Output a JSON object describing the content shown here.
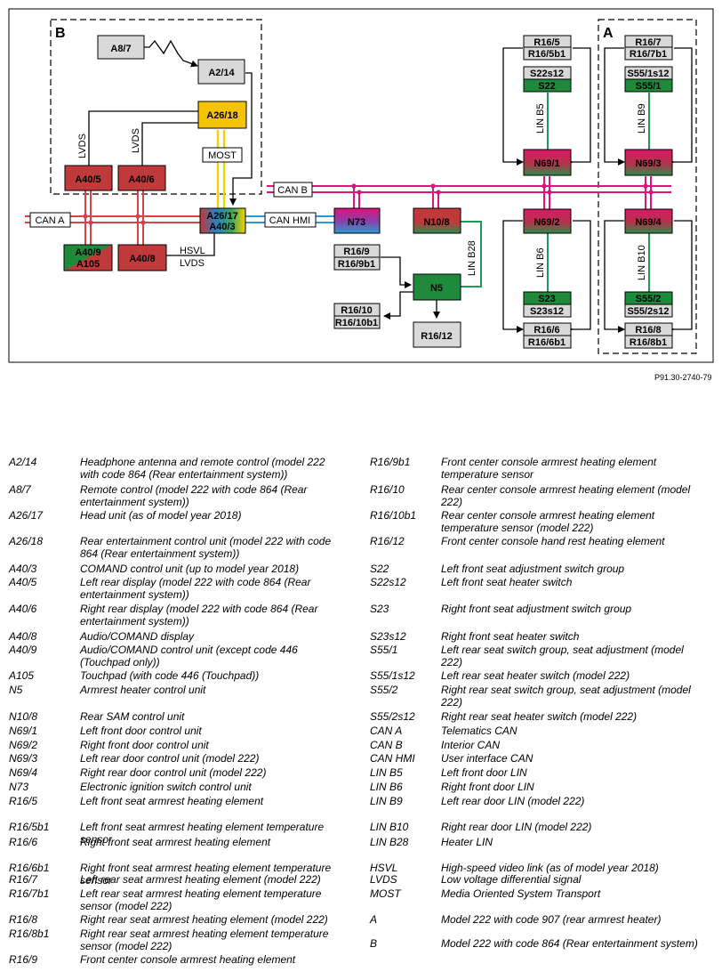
{
  "figure_ref": "P91.30-2740-79",
  "areas": {
    "A": "A",
    "B": "B"
  },
  "components": {
    "A8_7": "A8/7",
    "A2_14": "A2/14",
    "A26_18": "A26/18",
    "MOST": "MOST",
    "A40_5": "A40/5",
    "A40_6": "A40/6",
    "A26_17": "A26/17",
    "A40_3": "A40/3",
    "A40_9": "A40/9",
    "A105": "A105",
    "A40_8": "A40/8",
    "N73": "N73",
    "N10_8": "N10/8",
    "R16_9": "R16/9",
    "R16_9b1": "R16/9b1",
    "R16_10": "R16/10",
    "R16_10b1": "R16/10b1",
    "N5": "N5",
    "R16_12": "R16/12",
    "R16_5": "R16/5",
    "R16_5b1": "R16/5b1",
    "S22s12": "S22s12",
    "S22": "S22",
    "N69_1": "N69/1",
    "N69_2": "N69/2",
    "S23": "S23",
    "S23s12": "S23s12",
    "R16_6": "R16/6",
    "R16_6b1": "R16/6b1",
    "R16_7": "R16/7",
    "R16_7b1": "R16/7b1",
    "S55_1s12": "S55/1s12",
    "S55_1": "S55/1",
    "N69_3": "N69/3",
    "N69_4": "N69/4",
    "S55_2": "S55/2",
    "S55_2s12": "S55/2s12",
    "R16_8": "R16/8",
    "R16_8b1": "R16/8b1"
  },
  "bus_labels": {
    "can_a": "CAN A",
    "can_b": "CAN B",
    "can_hmi": "CAN HMI",
    "lvds_1": "LVDS",
    "lvds_2": "LVDS",
    "hsvl": "HSVL",
    "lvds_3": "LVDS",
    "lin_b5": "LIN B5",
    "lin_b6": "LIN B6",
    "lin_b9": "LIN B9",
    "lin_b10": "LIN B10",
    "lin_b28": "LIN B28"
  },
  "colors": {
    "red_unit": "#c0393b",
    "green_unit": "#1f8a3c",
    "yellow_unit": "#f5c400",
    "grey_unit": "#d9d9d9",
    "can_line": "#e2127a",
    "can_a_line": "#d8434a",
    "can_hmi_line": "#2c9ad4",
    "most_line": "#f5d000",
    "lin_line": "#1f9a55"
  },
  "legend": {
    "left": [
      {
        "code": "A2/14",
        "desc": "Headphone antenna and remote control (model 222 with code 864 (Rear entertainment system))"
      },
      {
        "code": "A8/7",
        "desc": "Remote control (model 222 with code 864 (Rear entertainment system))"
      },
      {
        "code": "A26/17",
        "desc": "Head unit (as of model year 2018)"
      },
      {
        "code": "A26/18",
        "desc": "Rear entertainment control unit (model 222 with code 864 (Rear entertainment system))"
      },
      {
        "code": "A40/3",
        "desc": "COMAND control unit (up to model year 2018)"
      },
      {
        "code": "A40/5",
        "desc": "Left rear display (model 222 with code 864 (Rear entertainment system))"
      },
      {
        "code": "A40/6",
        "desc": "Right rear display (model 222 with code 864 (Rear entertainment system))"
      },
      {
        "code": "A40/8",
        "desc": "Audio/COMAND display"
      },
      {
        "code": "A40/9",
        "desc": "Audio/COMAND control unit (except code 446 (Touchpad only))"
      },
      {
        "code": "A105",
        "desc": "Touchpad (with code 446 (Touchpad))"
      },
      {
        "code": "N5",
        "desc": "Armrest heater control unit"
      },
      {
        "code": "N10/8",
        "desc": "Rear SAM control unit"
      },
      {
        "code": "N69/1",
        "desc": "Left front door control unit"
      },
      {
        "code": "N69/2",
        "desc": "Right front door control unit"
      },
      {
        "code": "N69/3",
        "desc": "Left rear door control unit (model 222)"
      },
      {
        "code": "N69/4",
        "desc": "Right rear door control unit (model 222)"
      },
      {
        "code": "N73",
        "desc": "Electronic ignition switch control unit"
      },
      {
        "code": "R16/5",
        "desc": "Left front seat armrest heating element"
      },
      {
        "code": "R16/5b1",
        "desc": "Left front seat armrest heating element temperature sensor"
      },
      {
        "code": "R16/6",
        "desc": "Right front seat armrest heating element"
      },
      {
        "code": "R16/6b1",
        "desc": "Right front seat armrest heating element temperature sensor"
      },
      {
        "code": "R16/7",
        "desc": "Left rear seat armrest heating element (model 222)"
      },
      {
        "code": "R16/7b1",
        "desc": "Left rear seat armrest heating element temperature sensor (model 222)"
      },
      {
        "code": "R16/8",
        "desc": "Right rear seat armrest heating element (model 222)"
      },
      {
        "code": "R16/8b1",
        "desc": "Right rear seat armrest heating element temperature sensor (model 222)"
      },
      {
        "code": "R16/9",
        "desc": "Front center console armrest heating element"
      }
    ],
    "right": [
      {
        "code": "R16/9b1",
        "desc": "Front center console armrest heating element temperature sensor"
      },
      {
        "code": "R16/10",
        "desc": "Rear center console armrest heating element (model 222)"
      },
      {
        "code": "R16/10b1",
        "desc": "Rear center console armrest heating element temperature sensor (model 222)"
      },
      {
        "code": "R16/12",
        "desc": "Front center console hand rest heating element"
      },
      {
        "code": "S22",
        "desc": "Left front seat adjustment switch group"
      },
      {
        "code": "S22s12",
        "desc": "Left front seat heater switch"
      },
      {
        "code": "S23",
        "desc": "Right front seat adjustment switch group"
      },
      {
        "code": "S23s12",
        "desc": "Right front seat heater switch"
      },
      {
        "code": "S55/1",
        "desc": "Left rear seat switch group, seat adjustment (model 222)"
      },
      {
        "code": "S55/1s12",
        "desc": "Left rear seat heater switch (model 222)"
      },
      {
        "code": "S55/2",
        "desc": "Right rear seat switch group, seat adjustment (model 222)"
      },
      {
        "code": "S55/2s12",
        "desc": "Right rear seat heater switch (model 222)"
      },
      {
        "code": "CAN A",
        "desc": "Telematics CAN"
      },
      {
        "code": "CAN B",
        "desc": "Interior CAN"
      },
      {
        "code": "CAN HMI",
        "desc": "User interface CAN"
      },
      {
        "code": "LIN B5",
        "desc": "Left front door LIN"
      },
      {
        "code": "LIN B6",
        "desc": "Right front door LIN"
      },
      {
        "code": "LIN B9",
        "desc": "Left rear door LIN (model 222)"
      },
      {
        "code": "LIN B10",
        "desc": "Right rear door LIN (model 222)"
      },
      {
        "code": "LIN B28",
        "desc": "Heater LIN"
      },
      {
        "code": "HSVL",
        "desc": "High-speed video link (as of model year 2018)"
      },
      {
        "code": "LVDS",
        "desc": "Low voltage differential signal"
      },
      {
        "code": "MOST",
        "desc": "Media Oriented System Transport"
      },
      {
        "code": "A",
        "desc": "Model 222 with code 907 (rear armrest heater)"
      },
      {
        "code": "B",
        "desc": "Model 222 with code 864 (Rear entertainment system)"
      }
    ]
  }
}
